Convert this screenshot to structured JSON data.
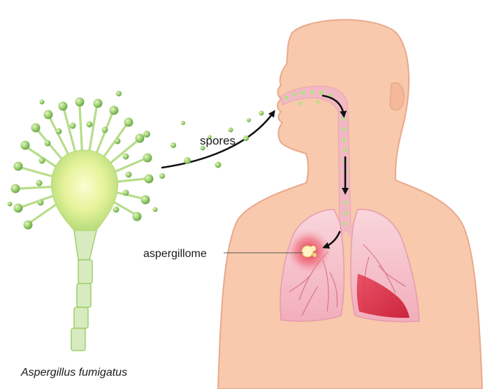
{
  "labels": {
    "spores": "spores",
    "aspergillome": "aspergillome",
    "species": "Aspergillus fumigatus"
  },
  "colors": {
    "skin": "#f8c9ad",
    "skin_stroke": "#e9a98b",
    "airway": "#f2b8c4",
    "lung_light": "#f7c9d2",
    "lung_vessel": "#c23c5f",
    "lung_red": "#e02a46",
    "spore": "#9ccf6a",
    "spore_dark": "#6aa84f",
    "vesicle": "#e6f39a",
    "hypha": "#d8ebc0",
    "arrow": "#111111"
  },
  "icons": {
    "fungus": "aspergillus-conidiophore-icon",
    "arrow": "curved-arrow-icon"
  }
}
